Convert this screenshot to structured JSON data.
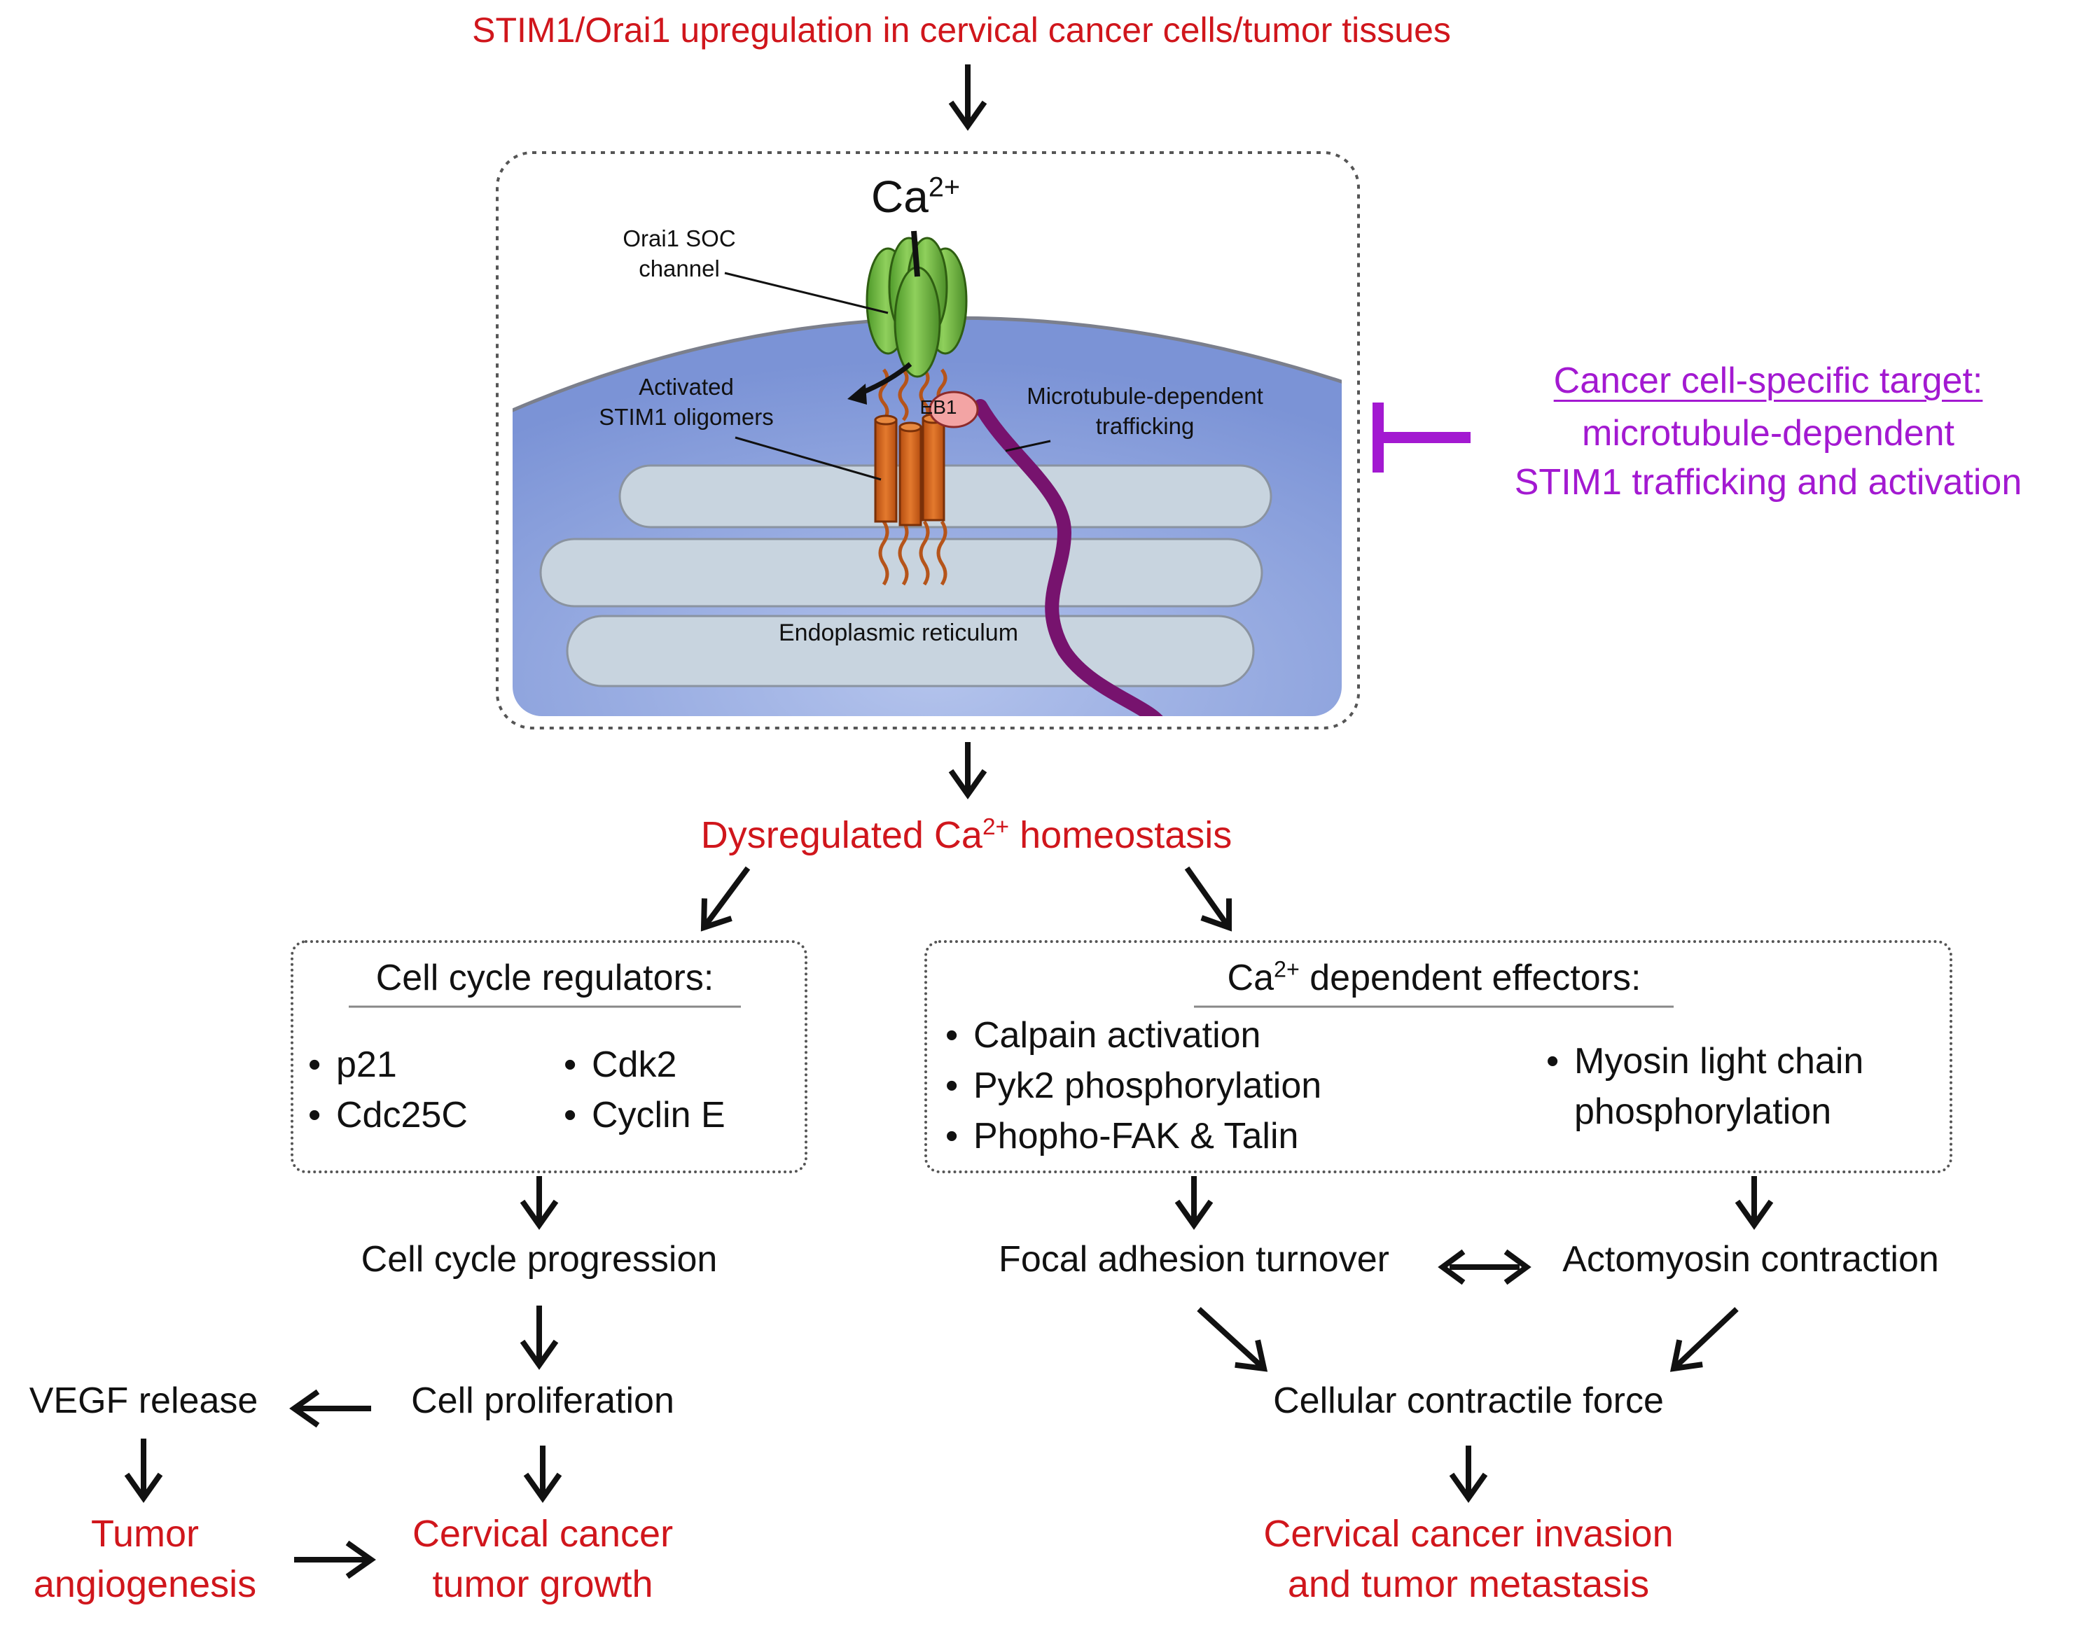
{
  "top": {
    "title": "STIM1/Orai1 upregulation in cervical cancer cells/tumor tissues"
  },
  "cell": {
    "ca": "Ca",
    "ca_sup": "2+",
    "orai_label": "Orai1 SOC\nchannel",
    "stim_label": "Activated\nSTIM1 oligomers",
    "eb1": "EB1",
    "mt_label": "Microtubule-dependent\ntrafficking",
    "er_label": "Endoplasmic reticulum"
  },
  "target": {
    "line1": "Cancer cell-specific target:",
    "line2": "microtubule-dependent",
    "line3": "STIM1 trafficking and activation"
  },
  "dysreg": {
    "pre": "Dysregulated Ca",
    "sup": "2+",
    "post": " homeostasis"
  },
  "left_box": {
    "title": "Cell cycle regulators:",
    "col1": [
      "p21",
      "Cdc25C"
    ],
    "col2": [
      "Cdk2",
      "Cyclin E"
    ]
  },
  "right_box": {
    "title_pre": "Ca",
    "title_sup": "2+",
    "title_post": " dependent effectors:",
    "col1": [
      "Calpain activation",
      "Pyk2 phosphorylation",
      "Phopho-FAK & Talin"
    ],
    "col2": [
      "Myosin light chain\nphosphorylation"
    ]
  },
  "flow": {
    "cell_cycle_progression": "Cell cycle progression",
    "cell_proliferation": "Cell proliferation",
    "vegf_release": "VEGF release",
    "tumor_angiogenesis": "Tumor\nangiogenesis",
    "tumor_growth": "Cervical cancer\ntumor growth",
    "focal_adhesion": "Focal adhesion turnover",
    "actomyosin": "Actomyosin contraction",
    "contractile_force": "Cellular contractile force",
    "invasion": "Cervical cancer invasion\nand tumor metastasis"
  },
  "colors": {
    "red": "#d0161c",
    "purple": "#a319d1",
    "cytoplasm": "#8a9fd8",
    "er": "#c6d3df",
    "orai": "#6fb43a",
    "stim": "#d2601a",
    "microtubule": "#77136e",
    "eb1": "#f3a4a4"
  }
}
